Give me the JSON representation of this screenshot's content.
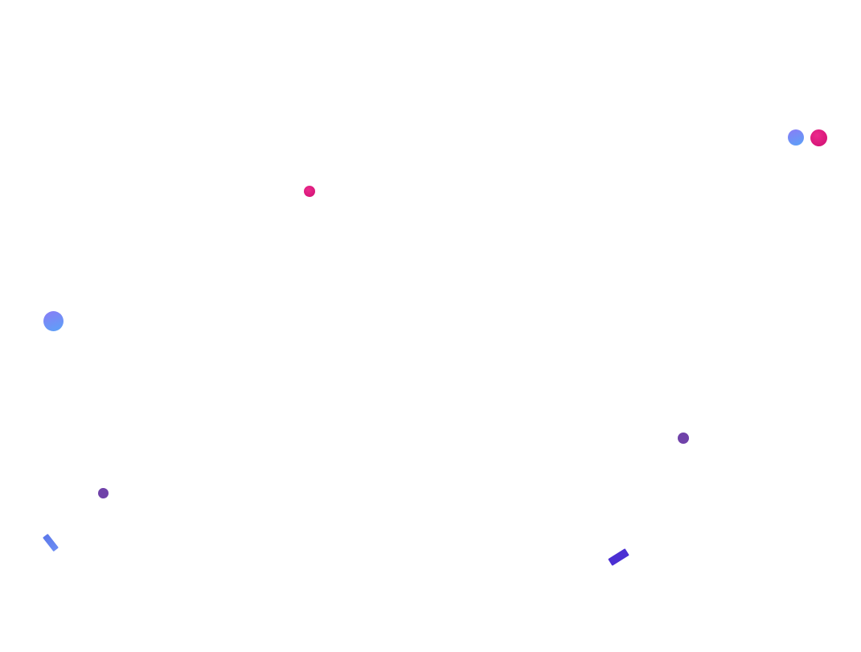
{
  "screen": {
    "background": "#ffffff",
    "description_colors": {
      "blue_gradient": [
        "#8a7cf6",
        "#5aa2f7"
      ],
      "pink": "#d4127a",
      "purple": "#7042a9",
      "rect_blue": "#5c78ea",
      "rect_indigo": "#4b2fd3"
    },
    "shapes": [
      {
        "kind": "circle",
        "color": "blue-gradient"
      },
      {
        "kind": "circle",
        "color": "pink"
      },
      {
        "kind": "circle",
        "color": "pink"
      },
      {
        "kind": "circle",
        "color": "blue-gradient"
      },
      {
        "kind": "circle",
        "color": "purple"
      },
      {
        "kind": "circle",
        "color": "purple"
      },
      {
        "kind": "rectangle",
        "color": "rect-blue"
      },
      {
        "kind": "rectangle",
        "color": "rect-indigo"
      }
    ]
  }
}
